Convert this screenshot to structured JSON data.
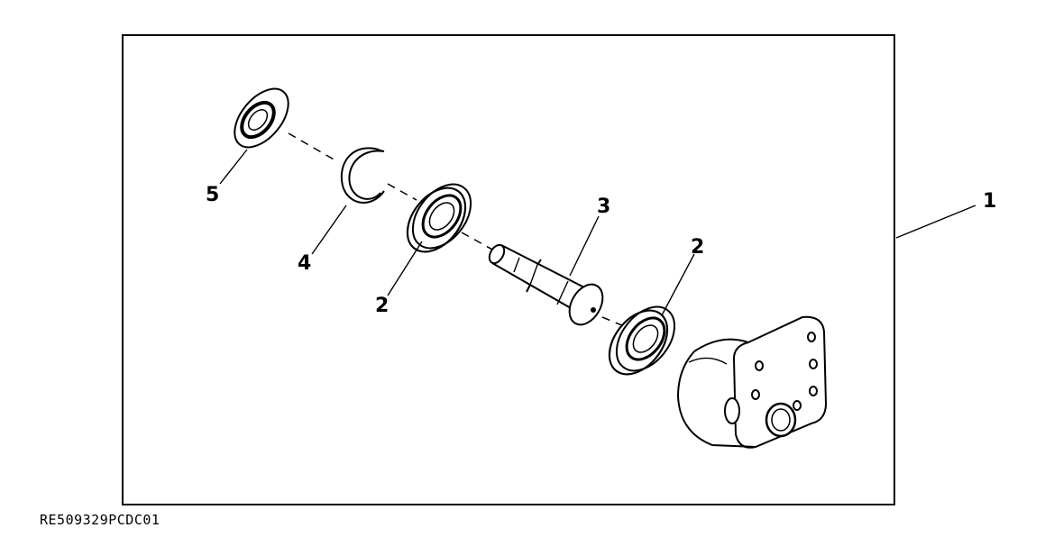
{
  "callouts": {
    "housing": "1",
    "bearing_left": "2",
    "bearing_right": "2",
    "shaft": "3",
    "snap_ring": "4",
    "seal": "5"
  },
  "figure_code": "RE509329PCDC01"
}
